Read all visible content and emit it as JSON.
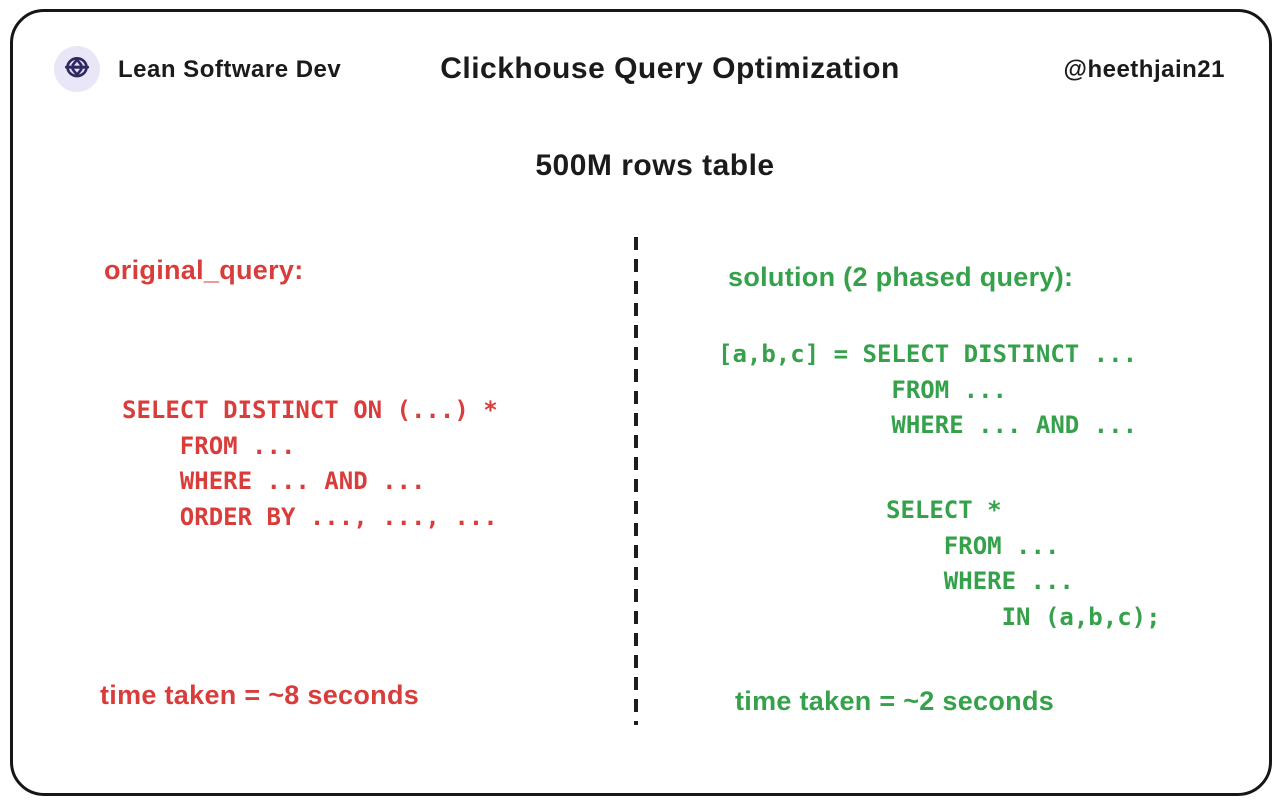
{
  "header": {
    "brand": "Lean Software Dev",
    "title": "Clickhouse Query Optimization",
    "handle": "@heethjain21",
    "logo_icon": "globe-logo"
  },
  "subtitle": "500M rows table",
  "left_panel": {
    "heading": "original_query:",
    "code": "SELECT DISTINCT ON (...) *\n    FROM ...\n    WHERE ... AND ...\n    ORDER BY ..., ..., ...",
    "time_taken": "time taken = ~8 seconds"
  },
  "right_panel": {
    "heading": "solution (2 phased query):",
    "code_phase1": "[a,b,c] = SELECT DISTINCT ...\n            FROM ...\n            WHERE ... AND ...",
    "code_phase2": "SELECT *\n    FROM ...\n    WHERE ...\n        IN (a,b,c);",
    "time_taken": "time taken = ~2 seconds"
  },
  "colors": {
    "red": "#d93d3b",
    "green": "#35a14a",
    "ink": "#1b1b1b",
    "logo_bg": "#e9e6f7",
    "logo_fg": "#2e2963"
  }
}
